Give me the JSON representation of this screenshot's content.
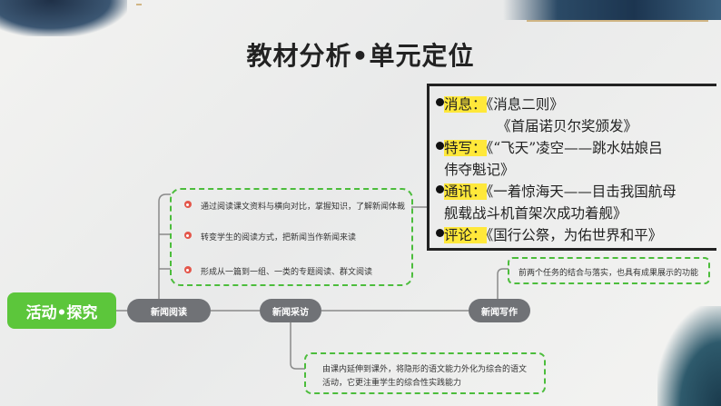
{
  "title": "教材分析•单元定位",
  "right_list": {
    "row1_tag": "消息：",
    "row1_text": "《消息二则》",
    "row1b_text": "《首届诺贝尔奖颁发》",
    "row2_tag": "特写：",
    "row2_text": "《“飞天”凌空——跳水姑娘吕",
    "row2b_text": "伟夺魁记》",
    "row3_tag": "通讯：",
    "row3_text": "《一着惊海天——目击我国航母",
    "row3b_text": "舰载战斗机首架次成功着舰》",
    "row4_tag": "评论：",
    "row4_text": "《国行公祭，为佑世界和平》"
  },
  "main_node": "活动•探究",
  "nodes": {
    "reading": "新闻阅读",
    "interview": "新闻采访",
    "writing": "新闻写作"
  },
  "reading_items": [
    "通过阅读课文资料与横向对比，掌握知识，了解新闻体裁",
    "转变学生的阅读方式，把新闻当作新闻来读",
    "形成从一篇到一组、一类的专题阅读、群文阅读"
  ],
  "interview_text": {
    "line1": "由课内延伸到课外，将隐形的语文能力外化为综合的语文",
    "line2": "活动，它更注重学生的综合性实践能力"
  },
  "writing_text": "前两个任务的结合与落实，也具有成果展示的功能",
  "colors": {
    "green": "#5cc63b",
    "dashed_green": "#4cbd3c",
    "gray_node": "#707276",
    "highlight": "#ffe83a"
  }
}
